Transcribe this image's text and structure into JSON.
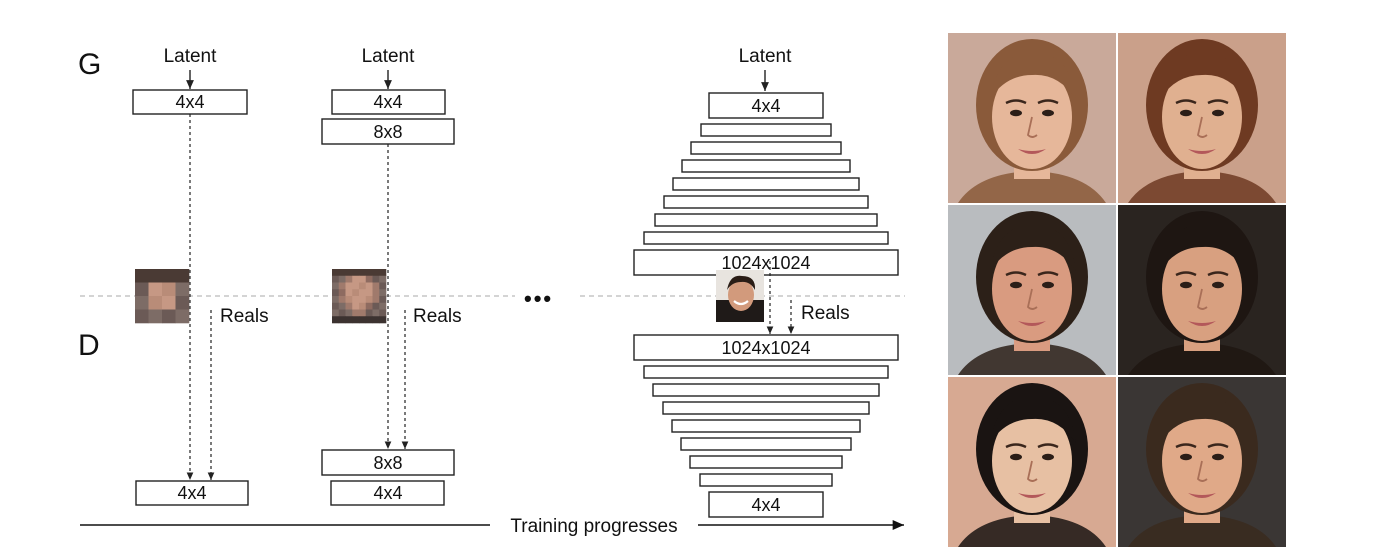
{
  "labels": {
    "generator": "G",
    "discriminator": "D",
    "latent": "Latent",
    "reals": "Reals",
    "ellipsis": "•••",
    "timeline": "Training progresses"
  },
  "stages": [
    {
      "g_blocks": [
        "4x4"
      ],
      "d_blocks": [
        "4x4"
      ]
    },
    {
      "g_blocks": [
        "4x4",
        "8x8"
      ],
      "d_blocks": [
        "8x8",
        "4x4"
      ]
    },
    {
      "g_blocks": [
        "4x4",
        "",
        "",
        "",
        "",
        "",
        "",
        "",
        "1024x1024"
      ],
      "d_blocks": [
        "1024x1024",
        "",
        "",
        "",
        "",
        "",
        "",
        "",
        "4x4"
      ]
    }
  ],
  "thumbnails": [
    {
      "name": "real-sample-4x4",
      "grid": 4
    },
    {
      "name": "real-sample-8x8",
      "grid": 8
    },
    {
      "name": "real-sample-1024",
      "grid": 0
    }
  ],
  "result_faces": [
    {
      "name": "generated-face-1",
      "bg": "#c9a99a",
      "skin": "#e6b79a",
      "hair": "#8a5a3a"
    },
    {
      "name": "generated-face-2",
      "bg": "#caa08a",
      "skin": "#e0b090",
      "hair": "#6e3a22"
    },
    {
      "name": "generated-face-3",
      "bg": "#b9bcbf",
      "skin": "#d99b80",
      "hair": "#2c2018"
    },
    {
      "name": "generated-face-4",
      "bg": "#2a2420",
      "skin": "#d8a080",
      "hair": "#1e1612"
    },
    {
      "name": "generated-face-5",
      "bg": "#d7a992",
      "skin": "#e7c0a3",
      "hair": "#1a1412"
    },
    {
      "name": "generated-face-6",
      "bg": "#3a3634",
      "skin": "#e0a988",
      "hair": "#3a2a1e"
    }
  ]
}
